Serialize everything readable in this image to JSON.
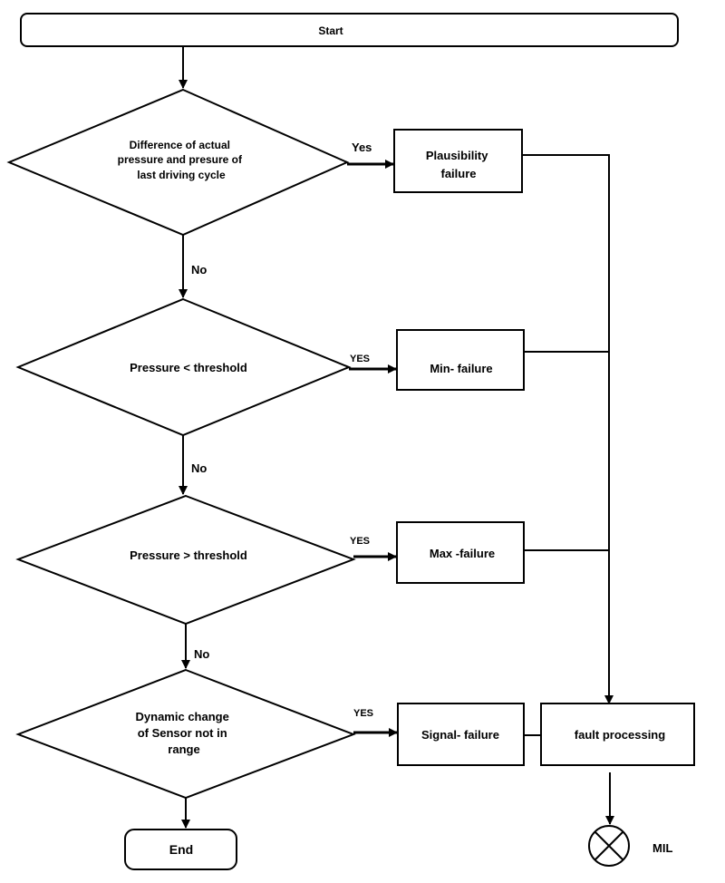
{
  "start": "Start",
  "end": "End",
  "decisions": [
    {
      "lines": [
        "Difference of  actual",
        "pressure and presure of",
        "last driving cycle"
      ]
    },
    {
      "lines": [
        "Pressure < threshold"
      ]
    },
    {
      "lines": [
        "Pressure > threshold"
      ]
    },
    {
      "lines": [
        "Dynamic change",
        "of Sensor not in",
        "range"
      ]
    }
  ],
  "yes_labels": [
    "Yes",
    "YES",
    "YES",
    "YES"
  ],
  "no_labels": [
    "No",
    "No",
    "No"
  ],
  "failures": [
    {
      "lines": [
        "Plausibility",
        "failure"
      ]
    },
    {
      "lines": [
        "Min- failure"
      ]
    },
    {
      "lines": [
        "Max -failure"
      ]
    },
    {
      "lines": [
        "Signal- failure"
      ]
    }
  ],
  "fault_processing": "fault processing",
  "mil_label": "MIL"
}
